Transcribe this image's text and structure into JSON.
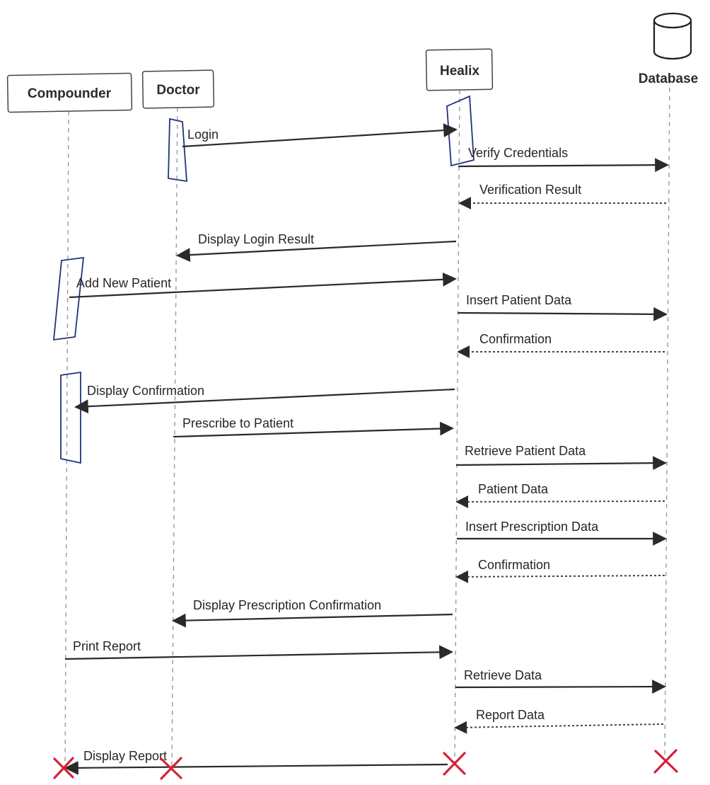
{
  "participants": [
    {
      "id": "compounder",
      "label": "Compounder"
    },
    {
      "id": "doctor",
      "label": "Doctor"
    },
    {
      "id": "healix",
      "label": "Healix"
    },
    {
      "id": "database",
      "label": "Database",
      "icon": "database-cylinder-icon"
    }
  ],
  "messages": [
    {
      "from": "doctor",
      "to": "healix",
      "label": "Login",
      "kind": "call"
    },
    {
      "from": "healix",
      "to": "database",
      "label": "Verify Credentials",
      "kind": "call"
    },
    {
      "from": "database",
      "to": "healix",
      "label": "Verification Result",
      "kind": "reply"
    },
    {
      "from": "healix",
      "to": "doctor",
      "label": "Display Login Result",
      "kind": "call"
    },
    {
      "from": "compounder",
      "to": "healix",
      "label": "Add New Patient",
      "kind": "call"
    },
    {
      "from": "healix",
      "to": "database",
      "label": "Insert Patient Data",
      "kind": "call"
    },
    {
      "from": "database",
      "to": "healix",
      "label": "Confirmation",
      "kind": "reply"
    },
    {
      "from": "healix",
      "to": "compounder",
      "label": "Display Confirmation",
      "kind": "call"
    },
    {
      "from": "doctor",
      "to": "healix",
      "label": "Prescribe to Patient",
      "kind": "call"
    },
    {
      "from": "healix",
      "to": "database",
      "label": "Retrieve Patient Data",
      "kind": "call"
    },
    {
      "from": "database",
      "to": "healix",
      "label": "Patient Data",
      "kind": "reply"
    },
    {
      "from": "healix",
      "to": "database",
      "label": "Insert Prescription Data",
      "kind": "call"
    },
    {
      "from": "database",
      "to": "healix",
      "label": "Confirmation",
      "kind": "reply"
    },
    {
      "from": "healix",
      "to": "doctor",
      "label": "Display Prescription Confirmation",
      "kind": "call"
    },
    {
      "from": "compounder",
      "to": "healix",
      "label": "Print Report",
      "kind": "call"
    },
    {
      "from": "healix",
      "to": "database",
      "label": "Retrieve Data",
      "kind": "call"
    },
    {
      "from": "database",
      "to": "healix",
      "label": "Report Data",
      "kind": "reply"
    },
    {
      "from": "healix",
      "to": "compounder",
      "label": "Display Report",
      "kind": "call"
    }
  ],
  "activations": [
    {
      "participant": "doctor",
      "from_message": 0,
      "to_message": 0
    },
    {
      "participant": "healix",
      "from_message": 0,
      "to_message": 1
    },
    {
      "participant": "compounder",
      "from_message": 4,
      "to_message": 4
    },
    {
      "participant": "compounder",
      "from_message": 7,
      "to_message": 8
    }
  ],
  "terminations": [
    "compounder",
    "doctor",
    "healix",
    "database"
  ],
  "colors": {
    "terminator": "#d6213a",
    "activation": "#23327a",
    "line": "#2a2a2a",
    "lifeline": "#9a9a9a"
  }
}
